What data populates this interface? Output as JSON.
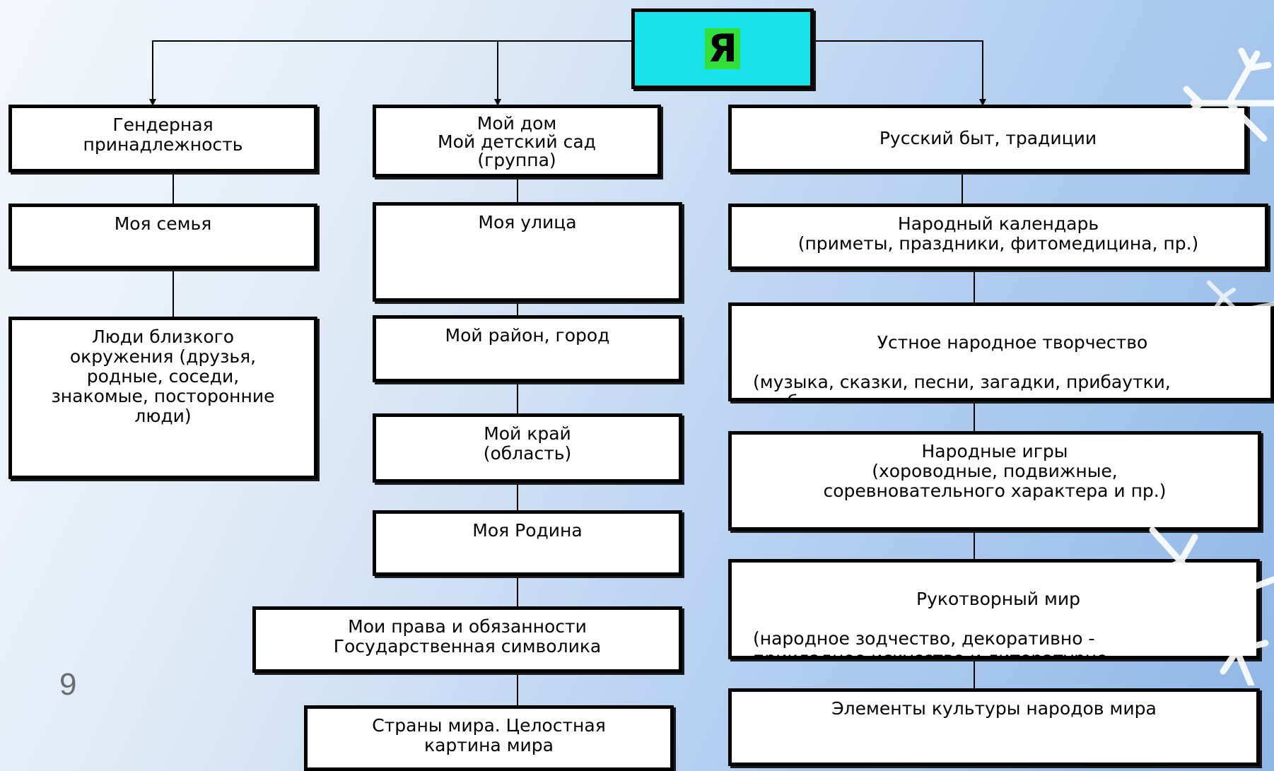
{
  "root": {
    "label": "Я"
  },
  "colors": {
    "root_fill": "#19e3ea",
    "root_label_highlight": "#33e03a"
  },
  "columns": {
    "left": [
      {
        "id": "gender",
        "text": "Гендерная\nпринадлежность"
      },
      {
        "id": "family",
        "text": "Моя семья"
      },
      {
        "id": "people",
        "text": "Люди близкого\nокружения (друзья,\nродные, соседи,\nзнакомые,  посторонние\nлюди)"
      }
    ],
    "middle": [
      {
        "id": "home",
        "text": "Мой дом\nМой детский сад\n(группа)"
      },
      {
        "id": "street",
        "text": "Моя улица"
      },
      {
        "id": "district",
        "text": "Мой район, город"
      },
      {
        "id": "region",
        "text": "Мой край\n(область)"
      },
      {
        "id": "motherland",
        "text": "Моя Родина"
      },
      {
        "id": "rights",
        "text": "Мои права и обязанности\nГосударственная символика"
      },
      {
        "id": "world",
        "text": "Страны мира.  Целостная\nкартина мира"
      }
    ],
    "right": [
      {
        "id": "traditions",
        "text": "Русский быт, традиции"
      },
      {
        "id": "calendar",
        "text": "Народный календарь\n(приметы, праздники, фитомедицина, пр.)"
      },
      {
        "id": "folklore",
        "text": "Устное народное творчество"
      },
      {
        "id": "folklore_detail",
        "text": "(музыка, сказки, песни, загадки, прибаутки,\nприбаутки"
      },
      {
        "id": "games",
        "text": "Народные игры\n(хороводные, подвижные,\nсоревновательного характера и пр.)"
      },
      {
        "id": "handmade",
        "text": "Рукотворный мир"
      },
      {
        "id": "handmade_detail",
        "text": "(народное зодчество,  декоративно -\nприкладное искусство  и литературно-\nхудожественное творчество"
      },
      {
        "id": "cultures",
        "text": "Элементы культуры народов мира"
      }
    ]
  },
  "slide": {
    "page_number": "9"
  }
}
